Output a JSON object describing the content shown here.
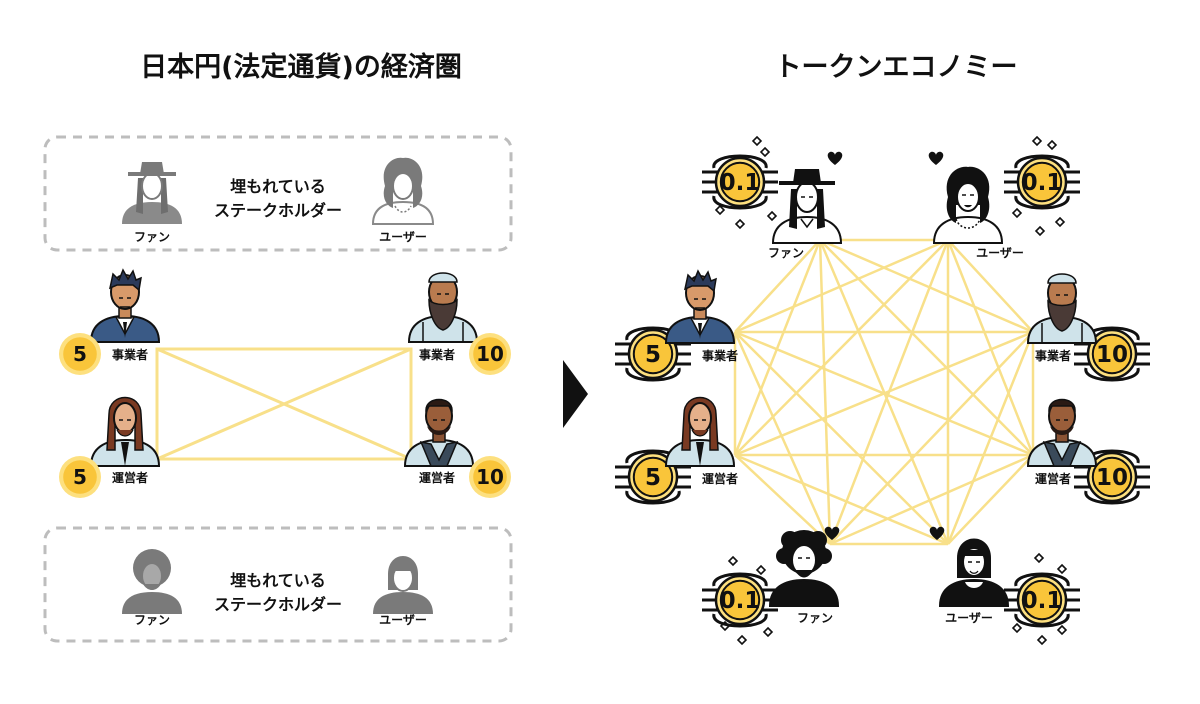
{
  "titles": {
    "left": "日本円(法定通貨)の経済圏",
    "right": "トークンエコノミー"
  },
  "labels": {
    "fan": "ファン",
    "user": "ユーザー",
    "business": "事業者",
    "operator": "運営者",
    "hidden_line1": "埋もれている",
    "hidden_line2": "ステークホルダー"
  },
  "coins": {
    "business": "5",
    "operator": "10",
    "fan": "0.1"
  },
  "colors": {
    "coin_gold": "#F9C53A",
    "coin_light": "#FDE07F",
    "network_line": "#F8E08A",
    "dashed_box": "#BDBDBD",
    "business_suit": "#3A5A86",
    "operator_shirt": "#CFE3EA"
  }
}
